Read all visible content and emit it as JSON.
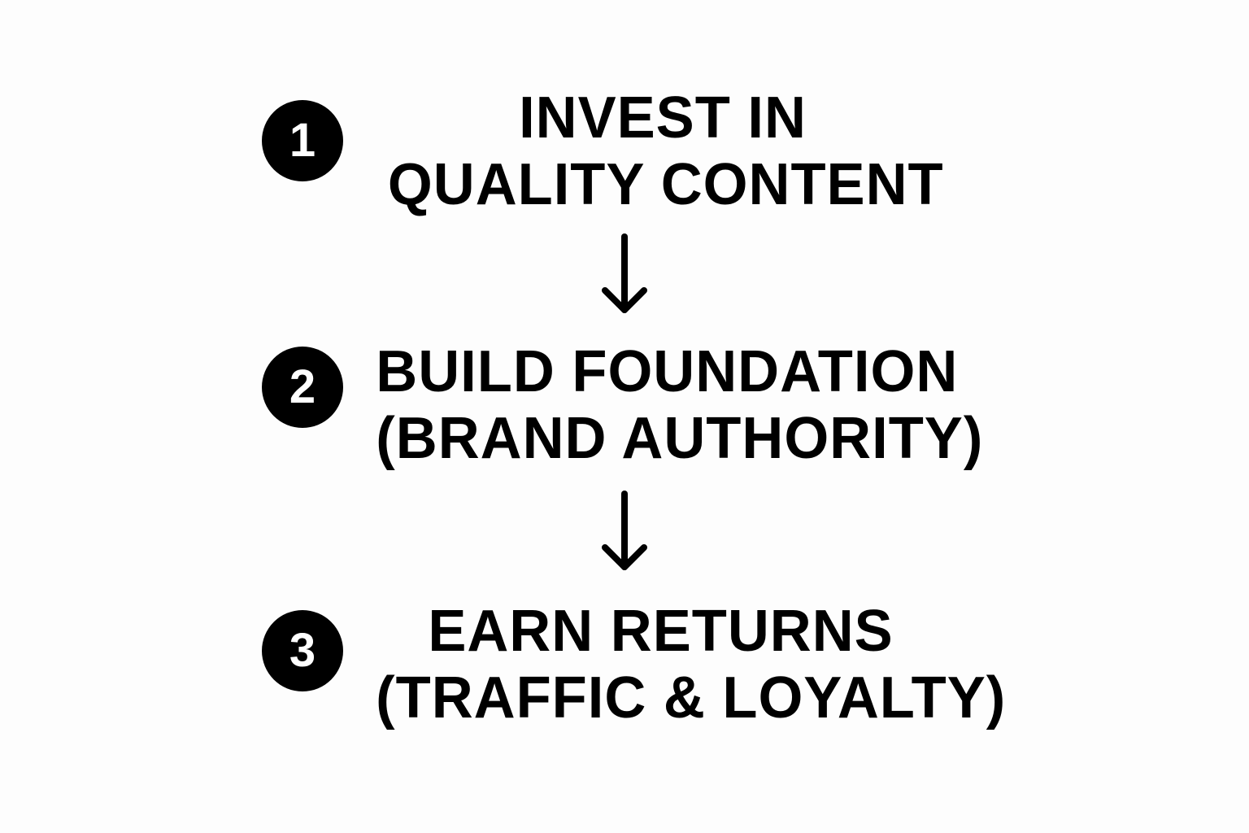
{
  "diagram": {
    "type": "flow",
    "direction": "top-to-bottom",
    "background_color": "#fdfdfd",
    "foreground_color": "#000000",
    "steps": [
      {
        "number": "1",
        "line1": "INVEST IN",
        "line2": "QUALITY CONTENT"
      },
      {
        "number": "2",
        "line1": "BUILD FOUNDATION",
        "line2": "(BRAND AUTHORITY)"
      },
      {
        "number": "3",
        "line1": "EARN RETURNS",
        "line2": "(TRAFFIC & LOYALTY)"
      }
    ],
    "connectors": [
      {
        "icon": "arrow-down-icon",
        "from": "1",
        "to": "2"
      },
      {
        "icon": "arrow-down-icon",
        "from": "2",
        "to": "3"
      }
    ]
  }
}
